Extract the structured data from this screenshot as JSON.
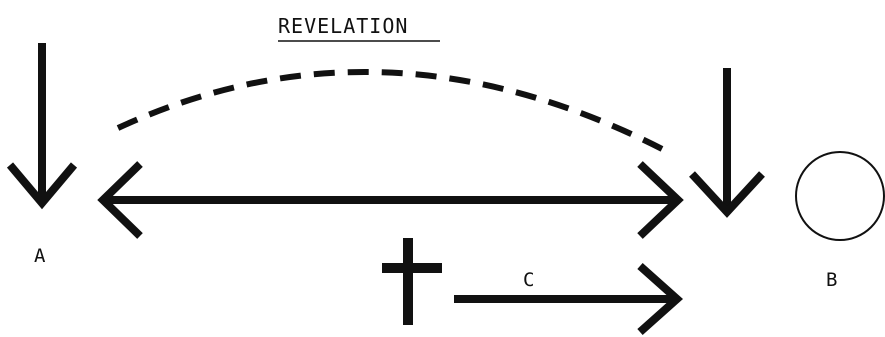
{
  "diagram": {
    "title": "REVELATION",
    "label_a": "A",
    "label_b": "B",
    "label_c": "C"
  },
  "colors": {
    "ink": "#111111",
    "background": "#ffffff"
  },
  "icons": {
    "cross": "cross-icon",
    "circle": "circle-icon"
  }
}
